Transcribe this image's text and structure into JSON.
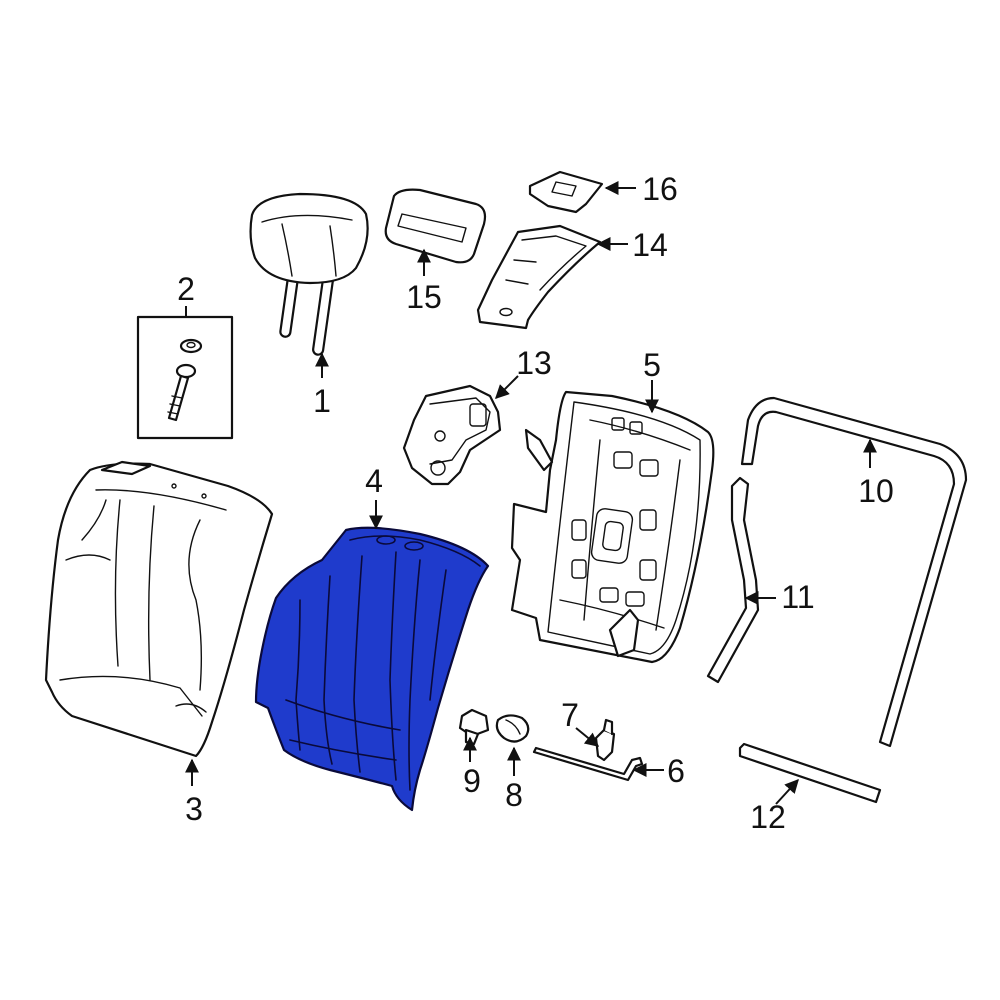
{
  "diagram": {
    "highlight_color": "#1f3bcc",
    "callouts": [
      {
        "id": "1",
        "label": "1"
      },
      {
        "id": "2",
        "label": "2"
      },
      {
        "id": "3",
        "label": "3"
      },
      {
        "id": "4",
        "label": "4"
      },
      {
        "id": "5",
        "label": "5"
      },
      {
        "id": "6",
        "label": "6"
      },
      {
        "id": "7",
        "label": "7"
      },
      {
        "id": "8",
        "label": "8"
      },
      {
        "id": "9",
        "label": "9"
      },
      {
        "id": "10",
        "label": "10"
      },
      {
        "id": "11",
        "label": "11"
      },
      {
        "id": "12",
        "label": "12"
      },
      {
        "id": "13",
        "label": "13"
      },
      {
        "id": "14",
        "label": "14"
      },
      {
        "id": "15",
        "label": "15"
      },
      {
        "id": "16",
        "label": "16"
      }
    ]
  }
}
